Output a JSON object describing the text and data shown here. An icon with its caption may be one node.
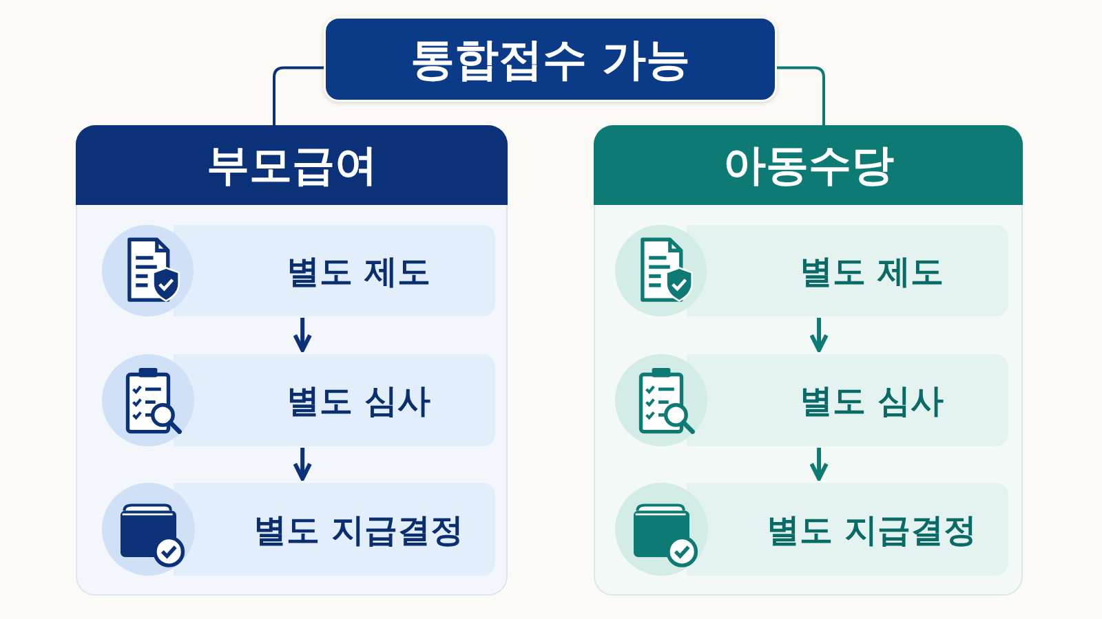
{
  "diagram": {
    "nodes": [
      {
        "text": [
          "통합접수 가능"
        ]
      },
      {
        "text": [
          "부모급여"
        ]
      },
      {
        "text": [
          "별도 제도"
        ],
        "in": 1
      },
      {
        "text": [
          "별도 심사"
        ],
        "in": 1
      },
      {
        "text": [
          "별도 지급결정"
        ],
        "in": 1
      },
      {
        "text": [
          "아동수당"
        ]
      },
      {
        "text": [
          "별도 제도"
        ],
        "in": 5
      },
      {
        "text": [
          "별도 심사"
        ],
        "in": 5
      },
      {
        "text": [
          "별도 지급결정"
        ],
        "in": 5
      }
    ],
    "edges": [
      {
        "from": 0,
        "to": 1,
        "arrow": "none",
        "color": "#0b3278"
      },
      {
        "from": 0,
        "to": 5,
        "arrow": "none",
        "color": "#0d7a74"
      },
      {
        "from": 2,
        "to": 3,
        "arrow": "to",
        "color": "#0b3278"
      },
      {
        "from": 3,
        "to": 4,
        "arrow": "to",
        "color": "#0b3278"
      },
      {
        "from": 6,
        "to": 7,
        "arrow": "to",
        "color": "#0d7a74"
      },
      {
        "from": 7,
        "to": 8,
        "arrow": "to",
        "color": "#0d7a74"
      }
    ]
  }
}
